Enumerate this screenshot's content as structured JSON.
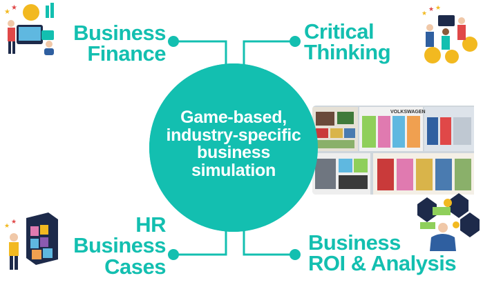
{
  "colors": {
    "teal": "#13bfb0",
    "white": "#ffffff",
    "dark": "#1d2a4a",
    "gold": "#f2b920"
  },
  "center": {
    "lines": [
      "Game-based,",
      "industry-specific",
      "business",
      "simulation"
    ]
  },
  "nodes": {
    "business_finance": {
      "lines": [
        "Business",
        "Finance"
      ],
      "icon": "finance-illustration"
    },
    "critical_thinking": {
      "lines": [
        "Critical",
        "Thinking"
      ],
      "icon": "lightbulb-people-illustration"
    },
    "hr_business_cases": {
      "lines": [
        "HR",
        "Business",
        "Cases"
      ],
      "icon": "hr-board-illustration"
    },
    "business_roi": {
      "lines": [
        "Business",
        "ROI & Analysis"
      ],
      "icon": "roi-money-illustration"
    }
  },
  "board_image": {
    "header_text": "VOLKSWAGEN",
    "icon": "game-board-photo"
  }
}
